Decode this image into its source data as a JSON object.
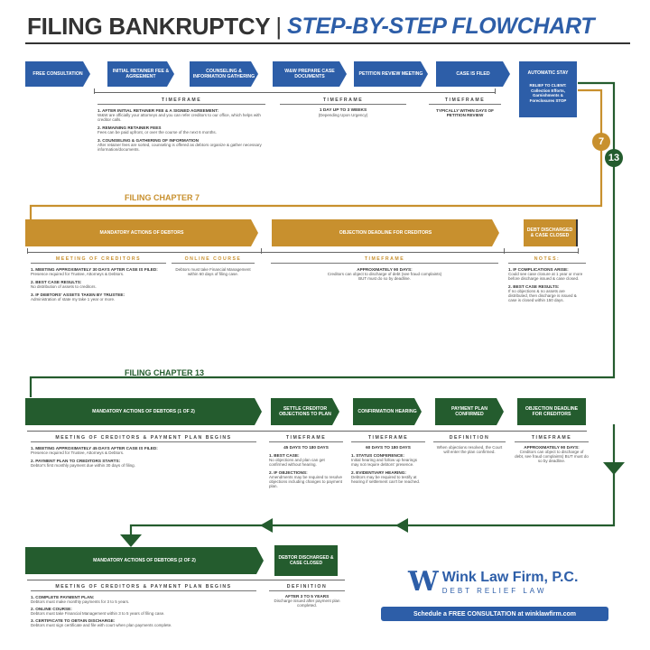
{
  "title": {
    "left": "FILING BANKRUPTCY",
    "sep": "|",
    "right": "STEP-BY-STEP FLOWCHART"
  },
  "colors": {
    "blue": "#2d5ea8",
    "gold": "#c8902e",
    "green": "#245c2e",
    "title_dark": "#333333"
  },
  "row1": {
    "boxes": [
      "FREE CONSULTATION",
      "INITIAL RETAINER FEE & AGREEMENT",
      "COUNSELING & INFORMATION GATHERING",
      "W&W PREPARE CASE DOCUMENTS",
      "PETITION REVIEW MEETING",
      "CASE IS FILED",
      "AUTOMATIC STAY"
    ],
    "stay_detail": "RELIEF TO CLIENT: Collection Efforts, Garnishments & Foreclosures STOP",
    "timeframe_label": "TIMEFRAME",
    "left_items": [
      {
        "t": "1. AFTER INITIAL RETAINER FEE & A SIGNED AGREEMENT:",
        "b": "W&W are officially your attorneys and you can refer creditors to our office, which helps with creditor calls."
      },
      {
        "t": "2. REMAINING RETAINER FEES",
        "b": "Fees can be paid upfront, or over the course of the next 6 months."
      },
      {
        "t": "3. COUNSELING & GATHERING OF INFORMATION",
        "b": "After retainer fees are sorted, counseling is offered as debtors organize & gather necessary information/documents."
      }
    ],
    "mid_tf": "1 DAY UP TO 3 WEEKS",
    "mid_tf_sub": "(Depending Upon Urgency)",
    "right_tf": "TYPICALLY WITHIN DAYS OF PETITION REVIEW",
    "badge7": "7",
    "badge13": "13"
  },
  "ch7": {
    "heading": "FILING CHAPTER 7",
    "box1": "MANDATORY ACTIONS OF DEBTORS",
    "box2": "OBJECTION DEADLINE FOR CREDITORS",
    "box3": "DEBT DISCHARGED & CASE CLOSED",
    "hdr1": "MEETING OF CREDITORS",
    "hdr2": "ONLINE COURSE",
    "hdr3": "TIMEFRAME",
    "hdr4": "NOTES:",
    "items1": [
      {
        "t": "1. MEETING APPROXIMATELY 30 DAYS AFTER CASE IS FILED:",
        "b": "Presence required for Trustee, Attorneys & Debtors."
      },
      {
        "t": "2. BEST CASE RESULTS:",
        "b": "No distribution of assets to creditors."
      },
      {
        "t": "3. IF DEBTORS' ASSETS TAKEN BY TRUSTEE:",
        "b": "Administration of state my take 1 year or more."
      }
    ],
    "online": "Debtors must take Financial Management within 60 days of filing case.",
    "tf_t": "APPROXIMATELY 90 DAYS:",
    "tf_b": "Creditors can object to discharge of debt (see fraud complaints) BUT must do so by deadline.",
    "notes": [
      {
        "t": "1. IF COMPLICATIONS ARISE:",
        "b": "Could see case closure at 1 year or more before discharge issued & case closed."
      },
      {
        "t": "2. BEST CASE RESULTS:",
        "b": "If no objections & no assets are distributed, then discharge is issued & case is closed within 150 days."
      }
    ]
  },
  "ch13": {
    "heading": "FILING CHAPTER 13",
    "box1": "MANDATORY ACTIONS OF DEBTORS (1 of 2)",
    "box2": "SETTLE CREDITOR OBJECTIONS TO PLAN",
    "box3": "CONFIRMATION HEARING",
    "box4": "PAYMENT PLAN CONFIRMED",
    "box5": "OBJECTION DEADLINE FOR CREDITORS",
    "hdr1": "MEETING OF CREDITORS & PAYMENT PLAN BEGINS",
    "hdr2": "TIMEFRAME",
    "hdr3": "TIMEFRAME",
    "hdr4": "DEFINITION",
    "hdr5": "TIMEFRAME",
    "items1": [
      {
        "t": "1. MEETING APPROXIMATELY 45 DAYS AFTER CASE IS FILED:",
        "b": "Presence required for Trustee, Attorneys & Debtors."
      },
      {
        "t": "2. PAYMENT PLAN TO CREDITORS STARTS:",
        "b": "Debtor's first monthly payment due within 30 days of filing."
      }
    ],
    "tf2": "45 DAYS TO 180 DAYS",
    "items2": [
      {
        "t": "1. BEST CASE:",
        "b": "No objections and plan can get confirmed without hearing."
      },
      {
        "t": "2. IF OBJECTIONS:",
        "b": "Amendments may be required to resolve objections including changes to payment plan."
      }
    ],
    "tf3": "60 DAYS TO 180 DAYS",
    "items3": [
      {
        "t": "1. STATUS CONFERENCE:",
        "b": "Initial hearing and follow up hearings may not require debtors' presence."
      },
      {
        "t": "2. EVIDENTIARY HEARING:",
        "b": "Debtors may be required to testify at hearing if settlement can't be reached."
      }
    ],
    "def4": "When objections resolved, the Court will enter the plan confirmed.",
    "tf5_t": "APPROXIMATELY 90 DAYS:",
    "tf5_b": "Creditors can object to discharge of debt, see fraud complaints) BUT must do so by deadline.",
    "box6": "MANDATORY ACTIONS OF DEBTORS (2 of 2)",
    "box7": "DEBTOR DISCHARGED & CASE CLOSED",
    "hdr6": "MEETING OF CREDITORS & PAYMENT PLAN BEGINS",
    "hdr7": "DEFINITION",
    "items6": [
      {
        "t": "1. COMPLETE PAYMENT PLAN:",
        "b": "Debtors must make monthly payments for 3 to 5 years."
      },
      {
        "t": "2. ONLINE COURSE:",
        "b": "Debtors must take Financial Management within 3 to 5 years of filing case."
      },
      {
        "t": "3. CERTIFICATE TO OBTAIN DISCHARGE:",
        "b": "Debtors must sign certificate and file with court when plan payments complete."
      }
    ],
    "def7_t": "AFTER 3 TO 5 YEARS",
    "def7_b": "Discharge issued after payment plan completed."
  },
  "brand": {
    "logo_mark": "W",
    "name": "Wink Law Firm, P.C.",
    "tagline": "DEBT RELIEF LAW",
    "cta": "Schedule a FREE CONSULTATION at winklawfirm.com"
  }
}
